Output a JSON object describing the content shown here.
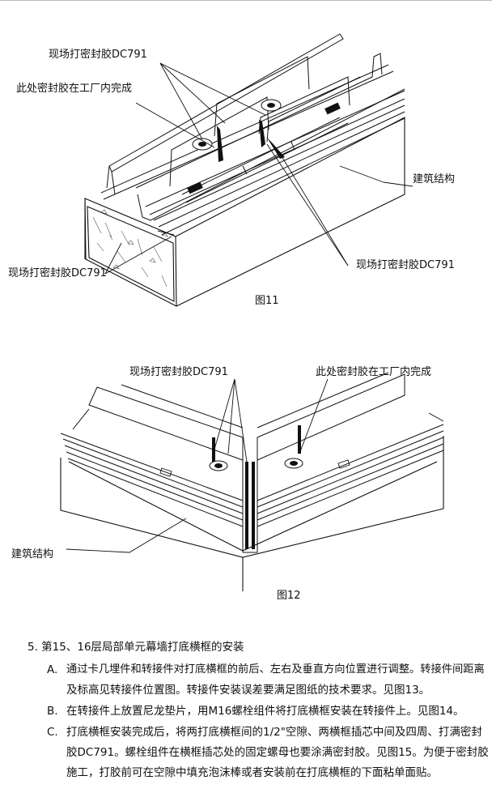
{
  "figure11": {
    "labels": {
      "seal_top": "现场打密封胶DC791",
      "factory": "此处密封胶在工厂内完成",
      "building": "建筑结构",
      "seal_left": "现场打密封胶DC791",
      "seal_right": "现场打密封胶DC791"
    },
    "caption": "图11"
  },
  "figure12": {
    "labels": {
      "seal": "现场打密封胶DC791",
      "factory": "此处密封胶在工厂内完成",
      "building": "建筑结构"
    },
    "caption": "图12"
  },
  "section": {
    "heading": "5. 第15、16层局部单元幕墙打底横框的安装",
    "items": [
      {
        "marker": "A.",
        "lines": [
          "通过卡几埋件和转接件对打底横框的前后、左右及垂直方向位置进行调整。转接件间距离",
          "及标高见转接件位置图。转接件安装误差要满足图纸的技术要求。见图13。"
        ]
      },
      {
        "marker": "B.",
        "lines": [
          "在转接件上放置尼龙垫片，用M16螺栓组件将打底横框安装在转接件上。见图14。"
        ]
      },
      {
        "marker": "C.",
        "lines": [
          "打底横框安装完成后，将两打底横框间的1/2\"空隙、两横框插芯中间及四周、打满密封",
          "胶DC791。螺栓组件在横框插芯处的固定螺母也要涂满密封胶。见图15。为便于密封胶",
          "施工，打胶前可在空隙中填充泡沫棒或者安装前在打底横框的下面粘单面贴。"
        ]
      }
    ]
  }
}
